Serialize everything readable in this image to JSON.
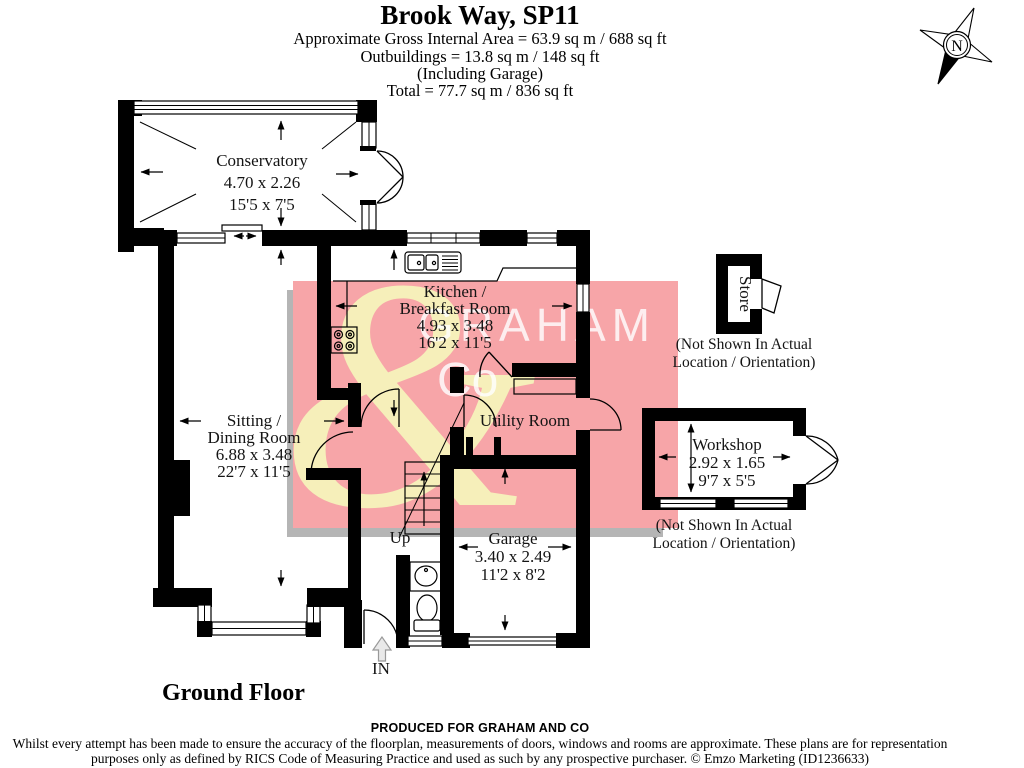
{
  "header": {
    "title": "Brook Way, SP11",
    "area_line": "Approximate Gross Internal Area = 63.9 sq m / 688 sq ft",
    "outbuildings_line": "Outbuildings = 13.8 sq m / 148 sq ft",
    "including_line": "(Including Garage)",
    "total_line": "Total = 77.7 sq m / 836 sq ft"
  },
  "compass": {
    "north_label": "N"
  },
  "rooms": {
    "conservatory": {
      "name": "Conservatory",
      "metric": "4.70 x 2.26",
      "imperial": "15'5 x 7'5"
    },
    "kitchen": {
      "name_line1": "Kitchen /",
      "name_line2": "Breakfast Room",
      "metric": "4.93 x 3.48",
      "imperial": "16'2 x 11'5"
    },
    "sitting": {
      "name_line1": "Sitting /",
      "name_line2": "Dining Room",
      "metric": "6.88 x 3.48",
      "imperial": "22'7 x 11'5"
    },
    "utility": {
      "name": "Utility Room"
    },
    "garage": {
      "name": "Garage",
      "metric": "3.40 x 2.49",
      "imperial": "11'2 x 8'2"
    },
    "workshop": {
      "name": "Workshop",
      "metric": "2.92 x 1.65",
      "imperial": "9'7 x 5'5"
    },
    "store": {
      "name": "Store"
    }
  },
  "annotations": {
    "up": "Up",
    "entrance": "IN",
    "floor_label": "Ground Floor",
    "not_shown_line1": "(Not Shown In Actual",
    "not_shown_line2": "Location / Orientation)"
  },
  "watermark": {
    "ampersand": "&",
    "brand_word": "GRAHAM",
    "brand_word2": "Co",
    "red": "#f7a5a8",
    "cream": "#f6efba",
    "shadow": "#b5b5b5"
  },
  "footer": {
    "produced_for": "PRODUCED FOR GRAHAM AND CO",
    "disclaimer_line1": "Whilst every attempt has been made to ensure the accuracy of the floorplan, measurements of doors, windows and rooms are approximate. These plans are for representation",
    "disclaimer_line2": "purposes only as defined by RICS Code of Measuring Practice and used as such by any prospective purchaser. © Emzo Marketing (ID1236633)"
  }
}
